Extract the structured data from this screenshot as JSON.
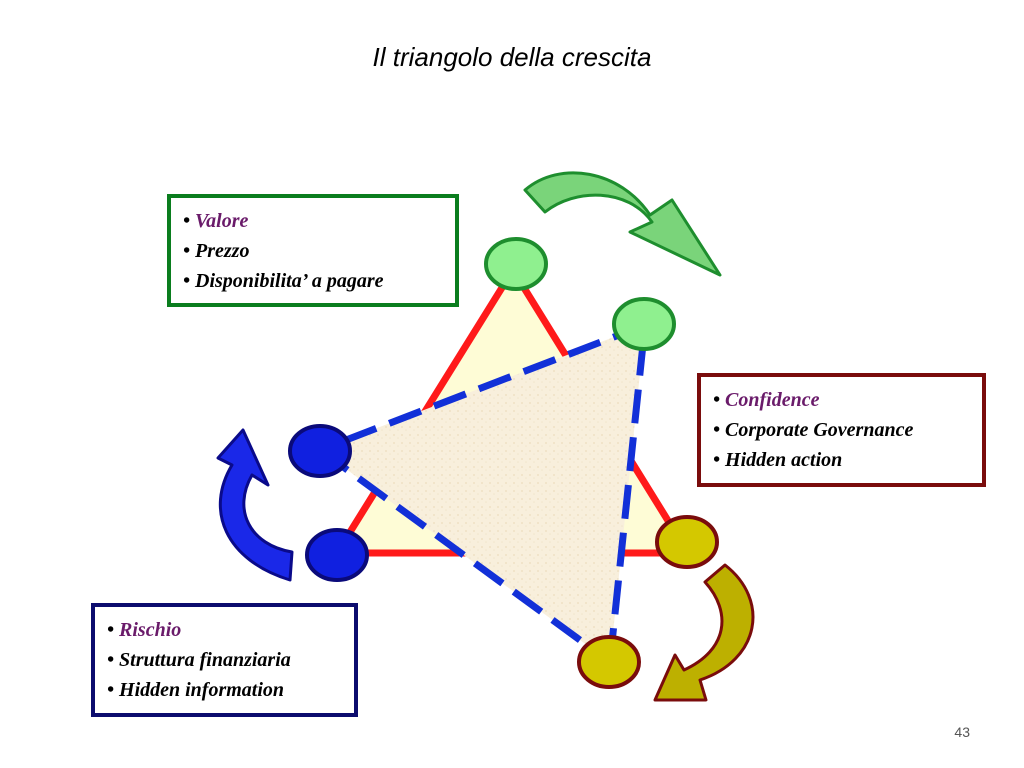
{
  "slide": {
    "title": "Il triangolo della crescita",
    "page_number": "43"
  },
  "boxes": {
    "valore": {
      "items": [
        "Valore",
        "Prezzo",
        "Disponibilita’ a pagare"
      ],
      "border_color": "#0a7d1e"
    },
    "confidence": {
      "items": [
        "Confidence",
        "Corporate Governance",
        "Hidden action"
      ],
      "border_color": "#7a0c0c"
    },
    "rischio": {
      "items": [
        "Rischio",
        "Struttura finanziaria",
        "Hidden information"
      ],
      "border_color": "#0c0c6e"
    }
  },
  "colors": {
    "triangle_red": "#ff1a1a",
    "triangle_fill": "#fefcd6",
    "dashed_blue": "#1230d8",
    "node_green": "#8ff08f",
    "node_blue": "#1020e0",
    "node_olive": "#d4c800",
    "accent_text": "#6a1b6a"
  }
}
